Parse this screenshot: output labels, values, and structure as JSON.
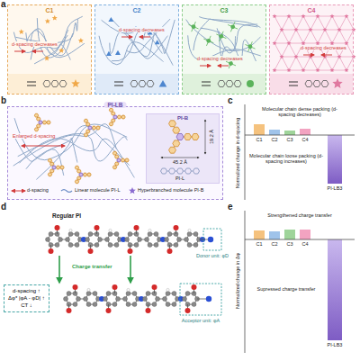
{
  "diagram": {
    "nodes": [
      {
        "text": [
          "C1",
          "d-spacing decreases"
        ]
      },
      {
        "text": [
          "C2",
          "d-spacing decreases"
        ]
      },
      {
        "text": [
          "C3",
          "d-spacing decreases"
        ]
      },
      {
        "text": [
          "C4",
          "d-spacing decreases"
        ]
      },
      {
        "text": [
          "PI-LB"
        ]
      },
      {
        "text": [
          "PI-B"
        ],
        "in": 4
      },
      {
        "text": [
          "d-spacing ↑",
          "Δφ* |φA - φD| ↑",
          "CT ↓"
        ]
      }
    ],
    "labels": [
      "a",
      "b",
      "c",
      "d",
      "e",
      "Enlarged d-spacing",
      "19.2 Å",
      "45.2 Å",
      "PI-L",
      "Normalized change in d-spacing",
      "Molecular chain dense packing (d-spacing decreases)",
      "Molecular chain loose packing (d-spacing increases)",
      "C1",
      "C2",
      "C3",
      "C4",
      "PI-LB3",
      "Regular PI",
      "Charge transfer",
      "Donor unit: φD",
      "Acceptor unit: φA",
      "Normalized change in Δφ",
      "Strengthened charge transfer",
      "Supressed charge transfer",
      "C1",
      "C2",
      "C3",
      "C4",
      "PI-LB3"
    ],
    "legend": [
      {
        "text": "d-spacing"
      },
      {
        "text": "Linear molecule PI-L"
      },
      {
        "text": "Hyperbranched molecule PI-B"
      }
    ]
  }
}
